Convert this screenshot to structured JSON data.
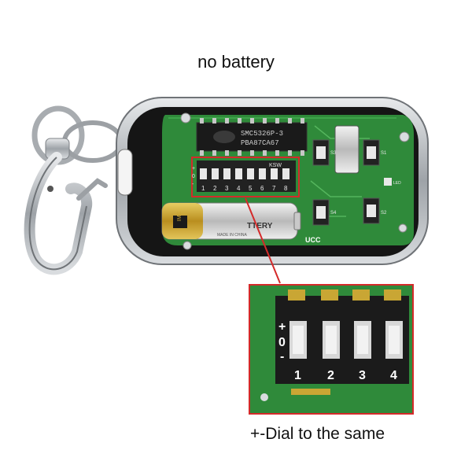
{
  "captions": {
    "top": "no battery",
    "bottom": "+-Dial to the same"
  },
  "chip": {
    "line1": "SMC5326P-3",
    "line2": "PBA87CA67"
  },
  "dip_switch": {
    "brand": "KSW",
    "plus": "+",
    "zero": "0",
    "minus": "-",
    "numbers": [
      "1",
      "2",
      "3",
      "4",
      "5",
      "6",
      "7",
      "8"
    ]
  },
  "zoom": {
    "plus": "+",
    "zero": "0",
    "minus": "-",
    "numbers": [
      "1",
      "2",
      "3",
      "4"
    ]
  },
  "battery": {
    "text1": "TTERY",
    "text2": "MADE IN CHINA",
    "brand_mark": "IME"
  },
  "pcb": {
    "ucc": "UCC",
    "s1": "S1",
    "s2": "S2",
    "s3": "S3",
    "s4": "S4",
    "led": "LED"
  },
  "colors": {
    "pcb_green": "#2f8a3a",
    "highlight_red": "#d42a2a",
    "battery_gold": "#c9a634",
    "metal": "#b8bcc0"
  }
}
